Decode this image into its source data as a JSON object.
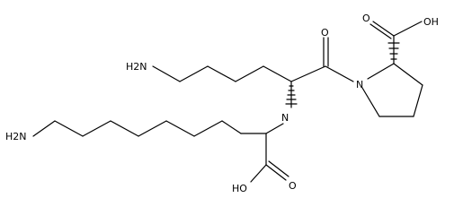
{
  "structure": {
    "labels": {
      "amine_top": "H2N",
      "amine_bottom": "H2N",
      "secondary_amine": "N",
      "ring_nitrogen": "N",
      "carbonyl_oxygen": "O",
      "acid_top_hydroxyl": "OH",
      "acid_top_oxygen": "O",
      "acid_bottom_hydroxyl": "HO",
      "acid_bottom_oxygen": "O"
    }
  }
}
